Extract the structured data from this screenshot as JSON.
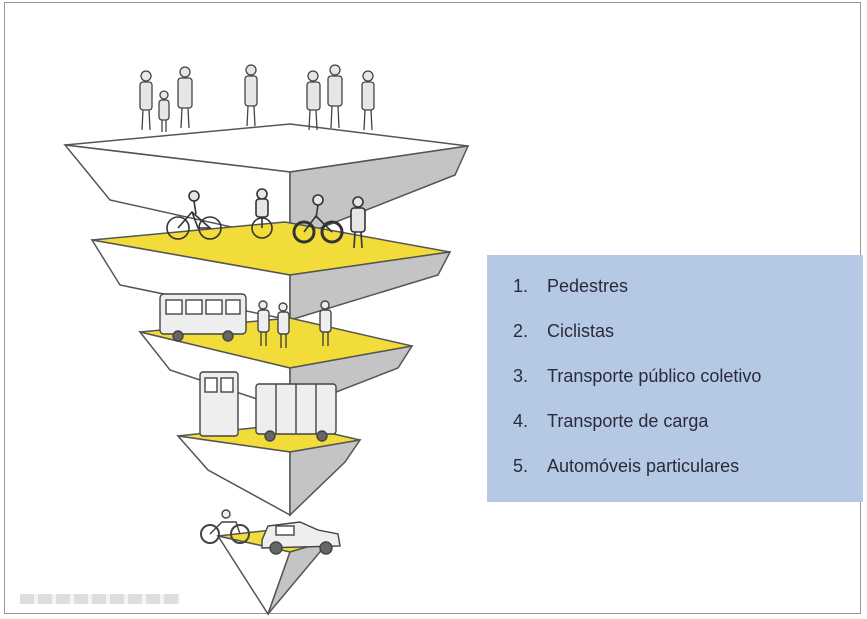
{
  "legend": {
    "items": [
      {
        "number": "1.",
        "label": "Pedestres"
      },
      {
        "number": "2.",
        "label": "Ciclistas"
      },
      {
        "number": "3.",
        "label": "Transporte público coletivo"
      },
      {
        "number": "4.",
        "label": "Transporte de carga"
      },
      {
        "number": "5.",
        "label": "Automóveis particulares"
      }
    ]
  },
  "colors": {
    "platform_top_yellow": "#f2dc3a",
    "platform_light": "#ffffff",
    "platform_shade": "#c4c4c4",
    "legend_background": "#b5c9e4",
    "text": "#2a2a3a"
  },
  "pyramid_levels": [
    {
      "level": 1,
      "icon": "pedestrian-icon"
    },
    {
      "level": 2,
      "icon": "bicycle-icon"
    },
    {
      "level": 3,
      "icon": "bus-icon"
    },
    {
      "level": 4,
      "icon": "truck-icon"
    },
    {
      "level": 5,
      "icon": "car-icon"
    }
  ]
}
